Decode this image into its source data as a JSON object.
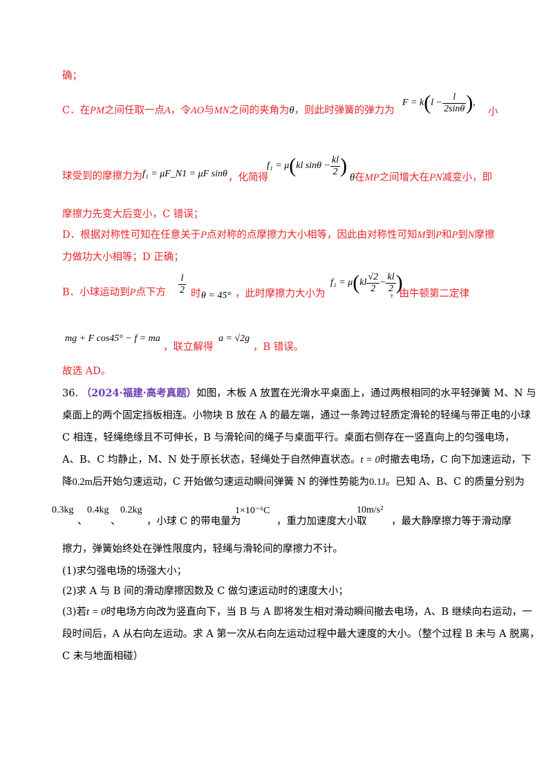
{
  "solution": {
    "l1": "确；",
    "c_a": "C．在",
    "pm": "PM",
    "c_b": "之间任取一点",
    "A": "A",
    "c_c": "，令",
    "ao": "AO",
    "c_d": "与",
    "mn": "MN",
    "c_e": "之间的夹角为",
    "theta": "θ",
    "c_f": "，则此时弹簧的弹力为",
    "c_small": "小",
    "f_eq": "F = k",
    "f_l": "l −",
    "f_num": "l",
    "f_den": "2sinθ",
    "c2_a": "球受到的摩擦力为",
    "fric_eq": "f₁ = μF_N1 = μF sinθ",
    "c2_b": "，化简得",
    "f1_eq": "f₁ = μ",
    "f1_a": "kl sinθ −",
    "f1_num": "kl",
    "f1_den": "2",
    "f1_theta": "θ",
    "c2_c": "在",
    "mp": "MP",
    "c2_d": "之间增大在",
    "pn": "PN",
    "c2_e": "减变小，即",
    "c3": "摩擦力先变大后变小，C 错误；",
    "d_a": "D．根据对称性可知在任意关于",
    "d_p": "P",
    "d_b": "点对称的点摩擦力大小相等，因此由对称性可知",
    "d_m": "M",
    "d_c": "到",
    "d_p2": "P",
    "d_d": "和",
    "d_p3": "P",
    "d_e": "到",
    "d_n": "N",
    "d_f": "摩擦",
    "d2": "力做功大小相等；D 正确；",
    "b_a": "B．小球运动到",
    "b_p": "P",
    "b_b": "点下方",
    "b_frac_num": "l",
    "b_frac_den": "2",
    "b_c": "时",
    "b_theta": "θ = 45°",
    "b_d": "，此时摩擦力大小为",
    "b_f1": "f₁ = μ",
    "b_kl": "kl",
    "b_sq_num": "√2",
    "b_sq_den": "2",
    "b_minus": "−",
    "b_kl_num": "kl",
    "b_kl_den": "2",
    "b_e": "，由牛顿第二定律",
    "b2_eq": "mg + F cos45° − f = ma",
    "b2_a": "，联立解得",
    "b2_sol": "a = √2g",
    "b2_b": "，B 错误。",
    "final": "故选 AD。"
  },
  "problem": {
    "number": "36.",
    "tag": "（2024·福建·高考真题）",
    "p1": "如图，木板 A 放置在光滑水平桌面上，通过两根相同的水平轻弹簧 M、N 与",
    "p2": "桌面上的两个固定挡板相连。小物块 B 放在 A 的最左端，通过一条跨过轻质定滑轮的轻绳与带正电的小球",
    "p3": "C 相连，轻绳绝缘且不可伸长，B 与滑轮间的绳子与桌面平行。桌面右侧存在一竖直向上的匀强电场，",
    "p4a": "A、B、C 均静止，M、N 处于原长状态，轻绳处于自然伸直状态。",
    "p4_t": "t = 0",
    "p4b": "时撤去电场，C 向下加速运动，下",
    "p5a": "降",
    "p5_d": "0.2m",
    "p5b": "后开始匀速运动，C 开始做匀速运动瞬间弹簧 N 的弹性势能为",
    "p5_e": "0.1J",
    "p5c": "。已知 A、B、C 的质量分别为",
    "m1": "0.3kg",
    "sep1": "、",
    "m2": "0.4kg",
    "sep2": "、",
    "m3": "0.2kg",
    "p6a": "，小球 C 的带电量为",
    "charge": "1×10⁻⁶C",
    "p6b": "，重力加速度大小取",
    "gval": "10m/s²",
    "p6c": "，最大静摩擦力等于滑动摩",
    "p7": "擦力，弹簧始终处在弹性限度内，轻绳与滑轮间的摩擦力不计。",
    "q1": "(1)求匀强电场的场强大小；",
    "q2": "(2)求 A 与 B 间的滑动摩擦因数及 C 做匀速运动时的速度大小；",
    "q3a": "(3)若",
    "q3_t": "t = 0",
    "q3b": "时电场方向改为竖直向下，当 B 与 A 即将发生相对滑动瞬间撤去电场，A、B 继续向右运动，一",
    "q3c": "段时间后，A 从右向左运动。求 A 第一次从右向左运动过程中最大速度的大小。（整个过程 B 未与 A 脱离，",
    "q3d": "C 未与地面相碰）"
  }
}
